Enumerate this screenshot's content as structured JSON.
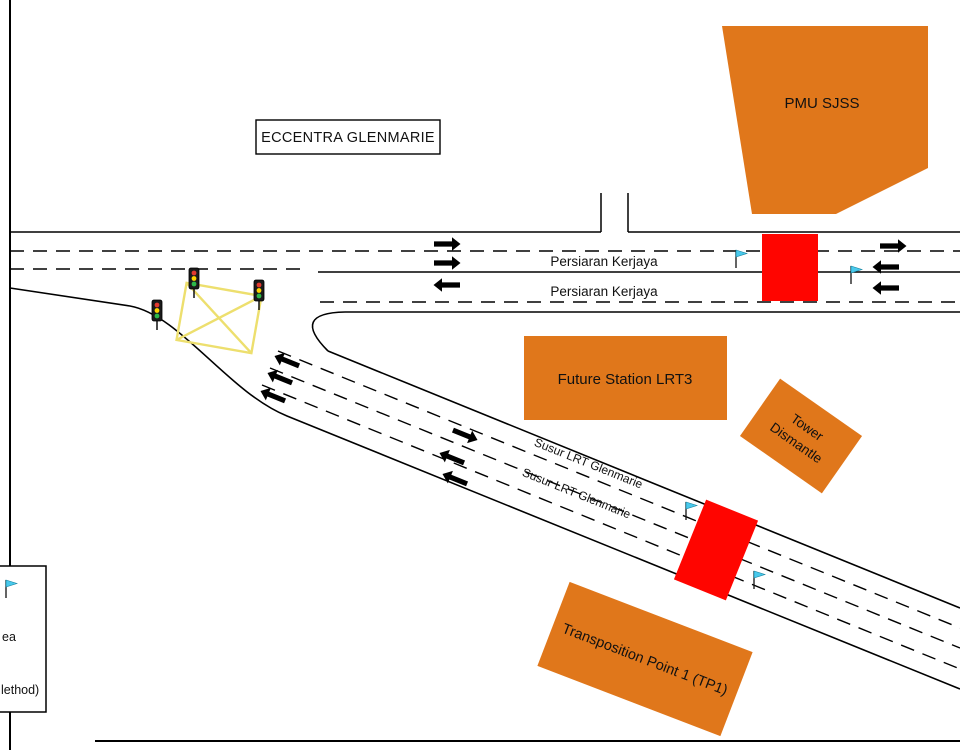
{
  "colors": {
    "zone_orange": "#E0771B",
    "zone_orange_edge": "#9C5410",
    "work_red": "#FF0500",
    "box_yellow": "#EDDF6E",
    "flag_cyan": "#49C9EC",
    "light_red": "#E3392F",
    "light_yellow": "#FFD400",
    "light_green": "#2DB94A"
  },
  "labels": {
    "title_box": "ECCENTRA GLENMARIE",
    "road_top_1": "Persiaran Kerjaya",
    "road_top_2": "Persiaran Kerjaya",
    "road_diag_1": "Susur LRT Glenmarie",
    "road_diag_2": "Susur LRT Glenmarie",
    "pmu": "PMU SJSS",
    "future_station": "Future Station LRT3",
    "tower_line1": "Tower",
    "tower_line2": "Dismantle",
    "tp1": "Transposition Point 1 (TP1)"
  },
  "legend": {
    "row_fragments": [
      "",
      "ea",
      "lethod)"
    ]
  }
}
